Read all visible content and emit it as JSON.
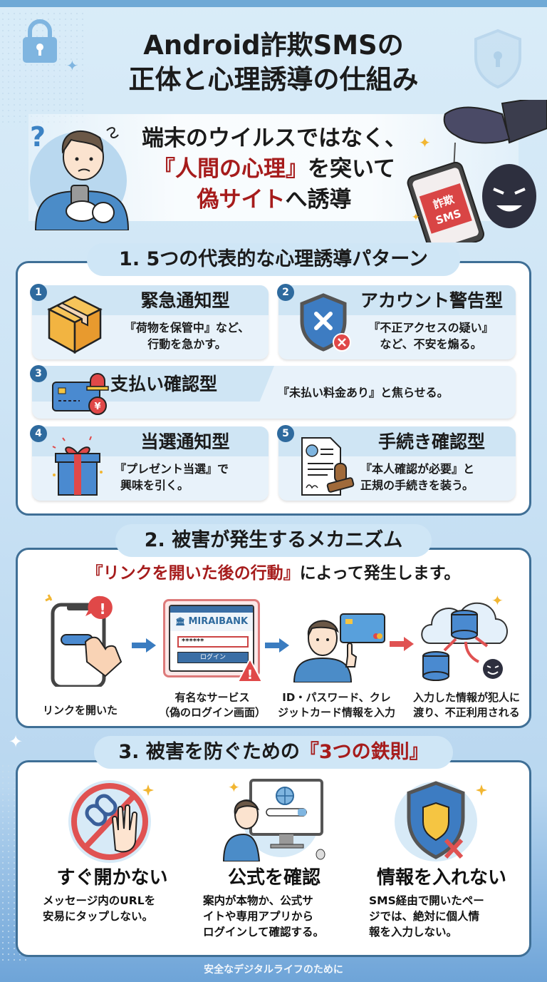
{
  "header": {
    "title_line1": "Android詐欺SMSの",
    "title_line2": "正体と心理誘導の仕組み"
  },
  "hero": {
    "line1": "端末のウイルスではなく、",
    "line2_highlight": "『人間の心理』",
    "line2_rest": "を突いて",
    "line3_highlight": "偽サイト",
    "line3_rest": "へ誘導",
    "phone_label_line1": "詐欺",
    "phone_label_line2": "SMS",
    "question_mark": "?"
  },
  "section1": {
    "heading": "1. 5つの代表的な心理誘導パターン",
    "patterns": [
      {
        "number": "1",
        "title": "緊急通知型",
        "desc_line1": "『荷物を保管中』など、",
        "desc_line2": "行動を急かす。",
        "icon": "package-box-icon"
      },
      {
        "number": "2",
        "title": "アカウント警告型",
        "desc_line1": "『不正アクセスの疑い』",
        "desc_line2": "など、不安を煽る。",
        "icon": "shield-x-icon"
      },
      {
        "number": "3",
        "title": "支払い確認型",
        "desc_line1": "『未払い料金あり』と焦らせる。",
        "desc_line2": "",
        "icon": "credit-card-alarm-icon"
      },
      {
        "number": "4",
        "title": "当選通知型",
        "desc_line1": "『プレゼント当選』で",
        "desc_line2": "興味を引く。",
        "icon": "gift-box-icon"
      },
      {
        "number": "5",
        "title": "手続き確認型",
        "desc_line1": "『本人確認が必要』と",
        "desc_line2": "正規の手続きを装う。",
        "icon": "document-stamp-icon"
      }
    ]
  },
  "section2": {
    "heading": "2. 被害が発生するメカニズム",
    "subtitle_highlight": "『リンクを開いた後の行動』",
    "subtitle_rest": "によって発生します。",
    "fake_site": {
      "bank_name": "MIRAIBANK",
      "password_mask": "******",
      "login_button": "ログイン"
    },
    "steps": [
      {
        "label_line1": "リンクを開いた",
        "label_line2": ""
      },
      {
        "label_line1": "有名なサービス",
        "label_line2": "（偽のログイン画面）"
      },
      {
        "label_line1": "ID・パスワード、クレ",
        "label_line2": "ジットカード情報を入力"
      },
      {
        "label_line1": "入力した情報が犯人に",
        "label_line2": "渡り、不正利用される"
      }
    ]
  },
  "section3": {
    "heading_prefix": "3. 被害を防ぐための",
    "heading_highlight": "『3つの鉄則』",
    "rules": [
      {
        "title": "すぐ開かない",
        "desc": [
          "メッセージ内のURLを",
          "安易にタップしない。"
        ],
        "icon": "no-link-hand-icon"
      },
      {
        "title": "公式を確認",
        "desc": [
          "案内が本物か、公式サ",
          "イトや専用アプリから",
          "ログインして確認する。"
        ],
        "icon": "computer-search-icon"
      },
      {
        "title": "情報を入れない",
        "desc": [
          "SMS経由で開いたペー",
          "ジでは、絶対に個人情",
          "報を入力しない。"
        ],
        "icon": "shield-cross-icon"
      }
    ]
  },
  "footer": {
    "text": "安全なデジタルライフのために"
  },
  "colors": {
    "accent_red": "#a61c1c",
    "section_border": "#3f6f96",
    "badge_blue": "#2e6a9e",
    "heading_pill": "#cfe6f6"
  }
}
